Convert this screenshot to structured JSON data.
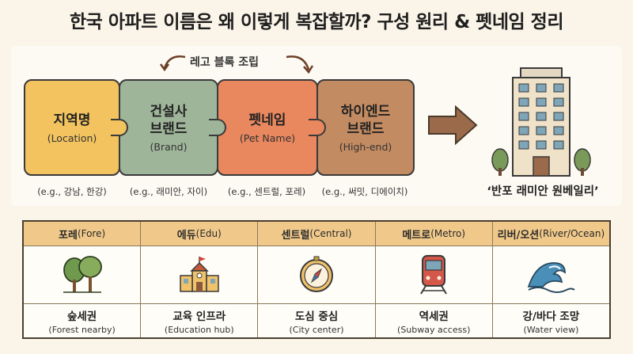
{
  "title": "한국 아파트 이름은 왜 이렇게 복잡할까? 구성 원리 & 펫네임 정리",
  "lego_label": "레고 블록 조립",
  "pieces": [
    {
      "name_line1": "지역명",
      "name_line2": "",
      "en": "(Location)",
      "example": "(e.g., 강남, 한강)",
      "color": "#f2c35e"
    },
    {
      "name_line1": "건설사",
      "name_line2": "브랜드",
      "en": "(Brand)",
      "example": "(e.g., 래미안, 자이)",
      "color": "#9fb59a"
    },
    {
      "name_line1": "펫네임",
      "name_line2": "",
      "en": "(Pet Name)",
      "example": "(e.g., 센트럴, 포레)",
      "color": "#e9875f"
    },
    {
      "name_line1": "하이엔드",
      "name_line2": "브랜드",
      "en": "(High-end)",
      "example": "(e.g., 써밋, 디에이치)",
      "color": "#c38b62"
    }
  ],
  "result": "‘반포 래미안 원베일리’",
  "table": [
    {
      "head_ko": "포레",
      "head_en": "(Fore)",
      "icon": "tree-icon",
      "ko": "숲세권",
      "en": "(Forest nearby)"
    },
    {
      "head_ko": "에듀",
      "head_en": "(Edu)",
      "icon": "school-icon",
      "ko": "교육 인프라",
      "en": "(Education hub)"
    },
    {
      "head_ko": "센트럴",
      "head_en": "(Central)",
      "icon": "compass-icon",
      "ko": "도심 중심",
      "en": "(City center)"
    },
    {
      "head_ko": "메트로",
      "head_en": "(Metro)",
      "icon": "train-icon",
      "ko": "역세권",
      "en": "(Subway access)"
    },
    {
      "head_ko": "리버/오션",
      "head_en": "(River/Ocean)",
      "icon": "wave-icon",
      "ko": "강/바다 조망",
      "en": "(Water view)"
    }
  ]
}
